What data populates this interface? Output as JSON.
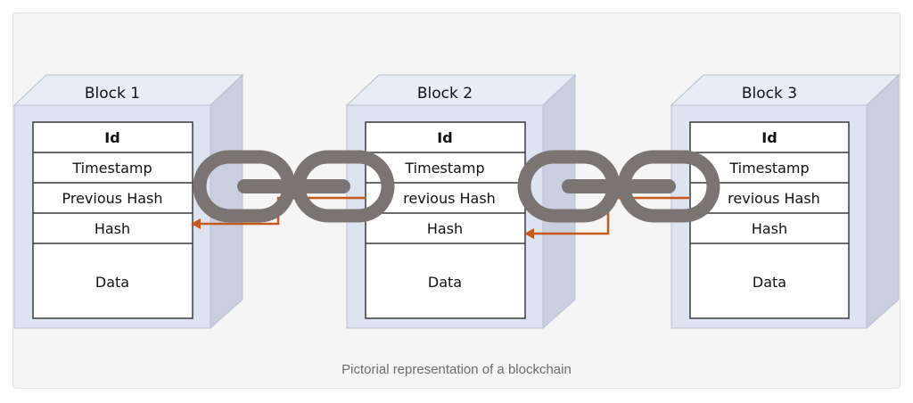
{
  "blocks": [
    {
      "title": "Block 1",
      "fields": [
        "Id",
        "Timestamp",
        "Previous Hash",
        "Hash",
        "Data"
      ]
    },
    {
      "title": "Block 2",
      "fields": [
        "Id",
        "Timestamp",
        "revious Hash",
        "Hash",
        "Data"
      ]
    },
    {
      "title": "Block 3",
      "fields": [
        "Id",
        "Timestamp",
        "revious Hash",
        "Hash",
        "Data"
      ]
    }
  ],
  "caption": "Pictorial representation of a blockchain",
  "colors": {
    "block_front": "#dde3f0",
    "block_top": "#e8ecf6",
    "block_side": "#c9cfde",
    "block_border": "#b8bfcf",
    "table_border": "#3a3a3a",
    "chain": "#7a7472",
    "arrow": "#c55a1c",
    "caption": "#6b6b6b",
    "background": "#f5f5f5"
  },
  "icons": [
    "chain-link-icon",
    "chain-link-icon"
  ]
}
